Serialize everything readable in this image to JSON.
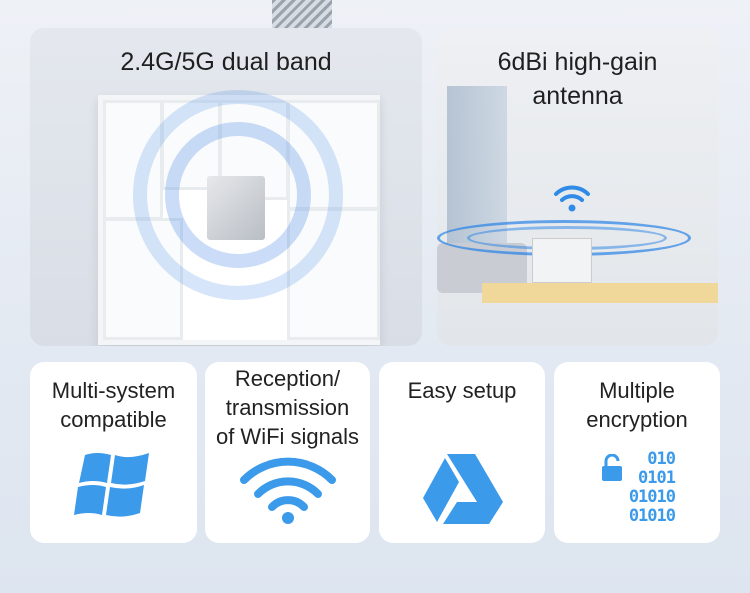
{
  "panels": {
    "dual_band": {
      "title": "2.4G/5G dual band"
    },
    "antenna": {
      "title_line1": "6dBi high-gain",
      "title_line2": "antenna"
    }
  },
  "features": [
    {
      "line1": "Multi-system",
      "line2": "compatible",
      "icon": "windows-icon"
    },
    {
      "line1": "Reception/",
      "line2": "transmission",
      "line3": "of WiFi signals",
      "icon": "wifi-icon"
    },
    {
      "line1": "Easy setup",
      "icon": "google-drive-icon"
    },
    {
      "line1": "Multiple",
      "line2": "encryption",
      "icon": "lock-binary-icon"
    }
  ],
  "binary_rows": [
    "010",
    "0101",
    "01010",
    "01010"
  ],
  "colors": {
    "accent": "#3c9aea",
    "text": "#222222"
  }
}
